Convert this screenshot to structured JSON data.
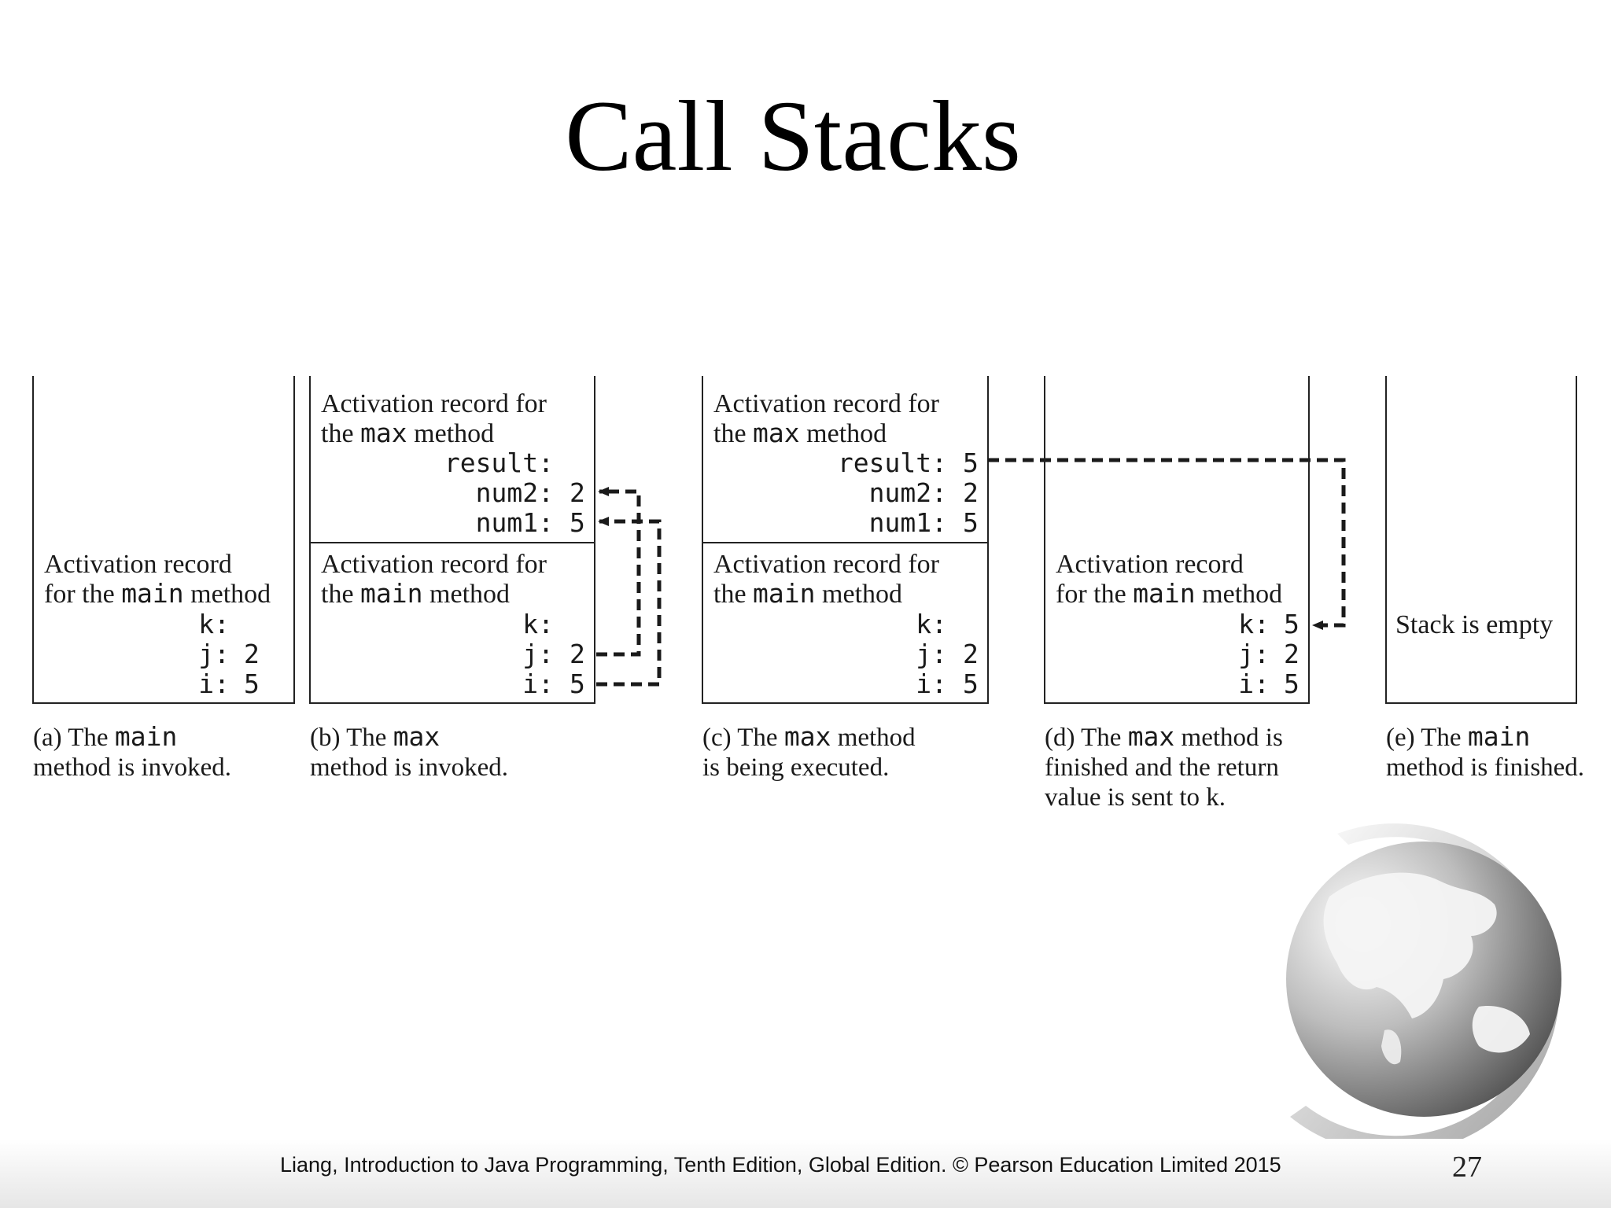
{
  "slide": {
    "title": "Call Stacks",
    "footer": "Liang, Introduction to Java Programming, Tenth Edition, Global Edition. © Pearson Education Limited 2015",
    "page_number": "27",
    "globe_icon": "globe-icon"
  },
  "diagram": {
    "stacks": [
      {
        "id": "a",
        "records": [
          {
            "line1": "Activation record",
            "line2_pre": "for the ",
            "line2_code": "main",
            "line2_post": " method",
            "vars": [
              {
                "name": "k:",
                "value": ""
              },
              {
                "name": "j:",
                "value": "2"
              },
              {
                "name": "i:",
                "value": "5"
              }
            ]
          }
        ],
        "caption": {
          "l1_pre": "(a) The ",
          "l1_code": "main",
          "l1_post": "",
          "l2": "method is invoked.",
          "l3": ""
        }
      },
      {
        "id": "b",
        "records": [
          {
            "line1": "Activation record for",
            "line2_pre": "the ",
            "line2_code": "max",
            "line2_post": " method",
            "vars": [
              {
                "name": "result:",
                "value": ""
              },
              {
                "name": "num2:",
                "value": "2"
              },
              {
                "name": "num1:",
                "value": "5"
              }
            ]
          },
          {
            "line1": "Activation record for",
            "line2_pre": "the ",
            "line2_code": "main",
            "line2_post": " method",
            "vars": [
              {
                "name": "k:",
                "value": ""
              },
              {
                "name": "j:",
                "value": "2"
              },
              {
                "name": "i:",
                "value": "5"
              }
            ]
          }
        ],
        "caption": {
          "l1_pre": "(b) The ",
          "l1_code": "max",
          "l1_post": "",
          "l2": "method is invoked.",
          "l3": ""
        }
      },
      {
        "id": "c",
        "records": [
          {
            "line1": "Activation record for",
            "line2_pre": "the ",
            "line2_code": "max",
            "line2_post": " method",
            "vars": [
              {
                "name": "result:",
                "value": "5"
              },
              {
                "name": "num2:",
                "value": "2"
              },
              {
                "name": "num1:",
                "value": "5"
              }
            ]
          },
          {
            "line1": "Activation record for",
            "line2_pre": "the ",
            "line2_code": "main",
            "line2_post": " method",
            "vars": [
              {
                "name": "k:",
                "value": ""
              },
              {
                "name": "j:",
                "value": "2"
              },
              {
                "name": "i:",
                "value": "5"
              }
            ]
          }
        ],
        "caption": {
          "l1_pre": "(c) The ",
          "l1_code": "max",
          "l1_post": " method",
          "l2": "is being executed.",
          "l3": ""
        }
      },
      {
        "id": "d",
        "records": [
          {
            "line1": "Activation record",
            "line2_pre": "for the ",
            "line2_code": "main",
            "line2_post": " method",
            "vars": [
              {
                "name": "k:",
                "value": "5"
              },
              {
                "name": "j:",
                "value": "2"
              },
              {
                "name": "i:",
                "value": "5"
              }
            ]
          }
        ],
        "caption": {
          "l1_pre": "(d) The ",
          "l1_code": "max",
          "l1_post": " method is",
          "l2": "finished and the return",
          "l3": "value is sent to k."
        }
      },
      {
        "id": "e",
        "empty_text": "Stack is empty",
        "records": [],
        "caption": {
          "l1_pre": "(e) The ",
          "l1_code": "main",
          "l1_post": "",
          "l2": "method is finished.",
          "l3": ""
        }
      }
    ]
  }
}
